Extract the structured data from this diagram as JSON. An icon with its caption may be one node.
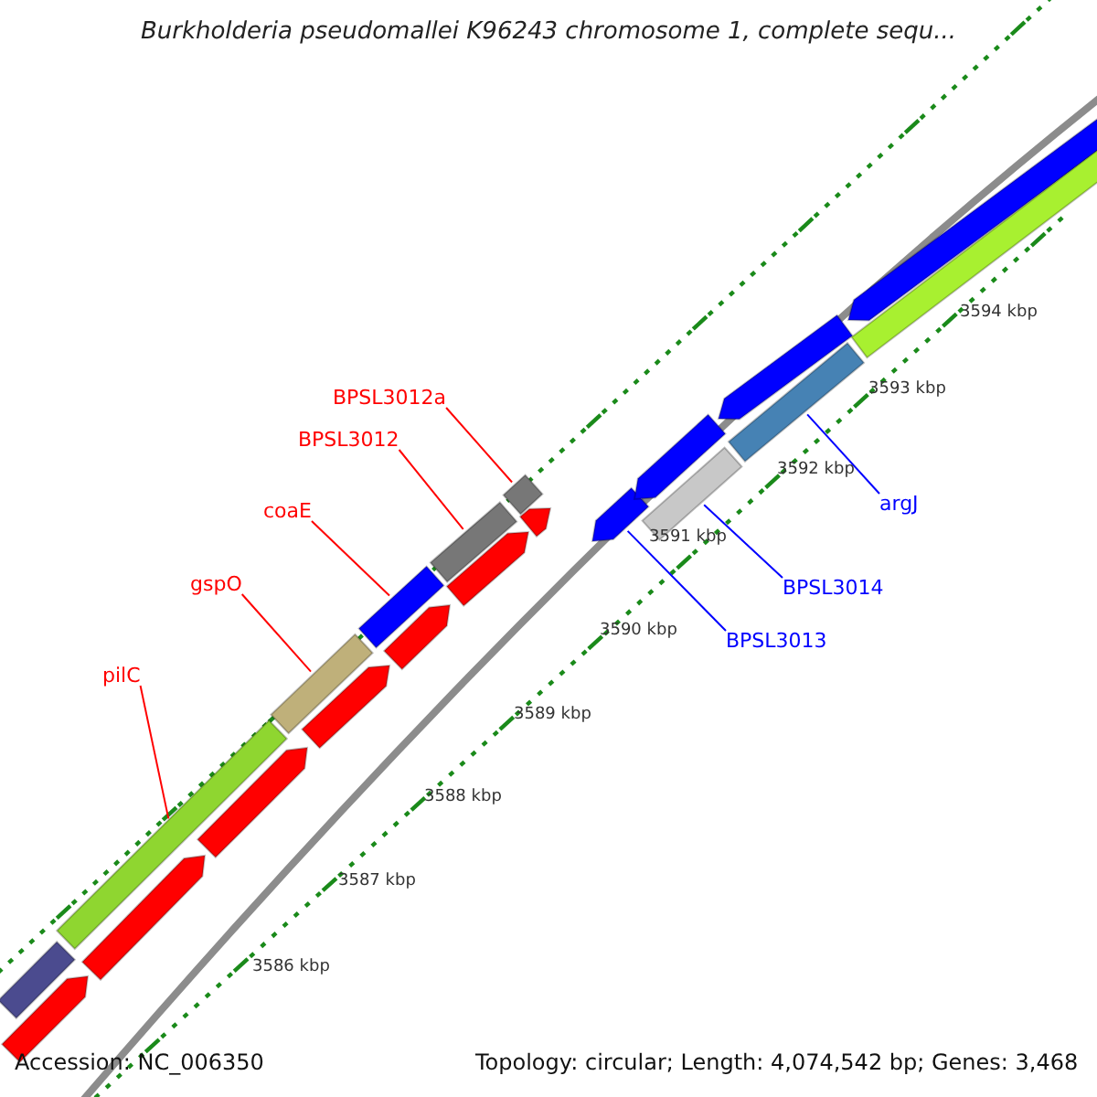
{
  "diagram": {
    "title": "Burkholderia pseudomallei K96243 chromosome 1, complete sequ...",
    "nodes": [
      {
        "text": [
          "BPSL3012a"
        ]
      },
      {
        "text": [
          "BPSL3012"
        ]
      },
      {
        "text": [
          "coaE"
        ]
      },
      {
        "text": [
          "gspO"
        ]
      },
      {
        "text": [
          "pilC"
        ]
      },
      {
        "text": [
          "argJ"
        ]
      },
      {
        "text": [
          "BPSL3014"
        ]
      },
      {
        "text": [
          "BPSL3013"
        ]
      },
      {
        "text": [],
        "shape": "bar"
      },
      {
        "text": [],
        "shape": "bar"
      },
      {
        "text": [],
        "shape": "bar"
      },
      {
        "text": [],
        "shape": "bar"
      },
      {
        "text": [],
        "shape": "bar"
      },
      {
        "text": [],
        "shape": "bar"
      },
      {
        "text": [],
        "shape": "bar"
      },
      {
        "text": [],
        "shape": "bar"
      },
      {
        "text": [],
        "shape": "bar"
      },
      {
        "text": [],
        "shape": "bar"
      },
      {
        "text": [],
        "shape": "bar"
      },
      {
        "text": [],
        "shape": "bar"
      },
      {
        "text": [],
        "shape": "bar"
      },
      {
        "text": [],
        "shape": "bar"
      },
      {
        "text": [],
        "shape": "bar"
      },
      {
        "text": [],
        "shape": "bar"
      },
      {
        "text": [],
        "shape": "bar"
      },
      {
        "text": [],
        "shape": "bar"
      },
      {
        "text": [],
        "shape": "bar"
      },
      {
        "text": [],
        "shape": "bar"
      }
    ],
    "edges": [
      {
        "from": 0,
        "to": 12,
        "arrow": "none"
      },
      {
        "from": 1,
        "to": 11,
        "arrow": "none"
      },
      {
        "from": 2,
        "to": 10,
        "arrow": "none"
      },
      {
        "from": 3,
        "to": 9,
        "arrow": "none"
      },
      {
        "from": 4,
        "to": 8,
        "arrow": "none"
      },
      {
        "from": 5,
        "to": 15,
        "arrow": "none",
        "color": "#0000ff"
      },
      {
        "from": 6,
        "to": 14,
        "arrow": "none",
        "color": "#0000ff"
      },
      {
        "from": 7,
        "to": 13,
        "arrow": "none",
        "color": "#0000ff"
      }
    ],
    "labels": [
      "3594 kbp",
      "3593 kbp",
      "3592 kbp",
      "3591 kbp",
      "3590 kbp",
      "3589 kbp",
      "3588 kbp",
      "3587 kbp",
      "3586 kbp",
      "Accession: NC_006350",
      "Topology: circular; Length: 4,074,542 bp; Genes: 3,468"
    ]
  }
}
